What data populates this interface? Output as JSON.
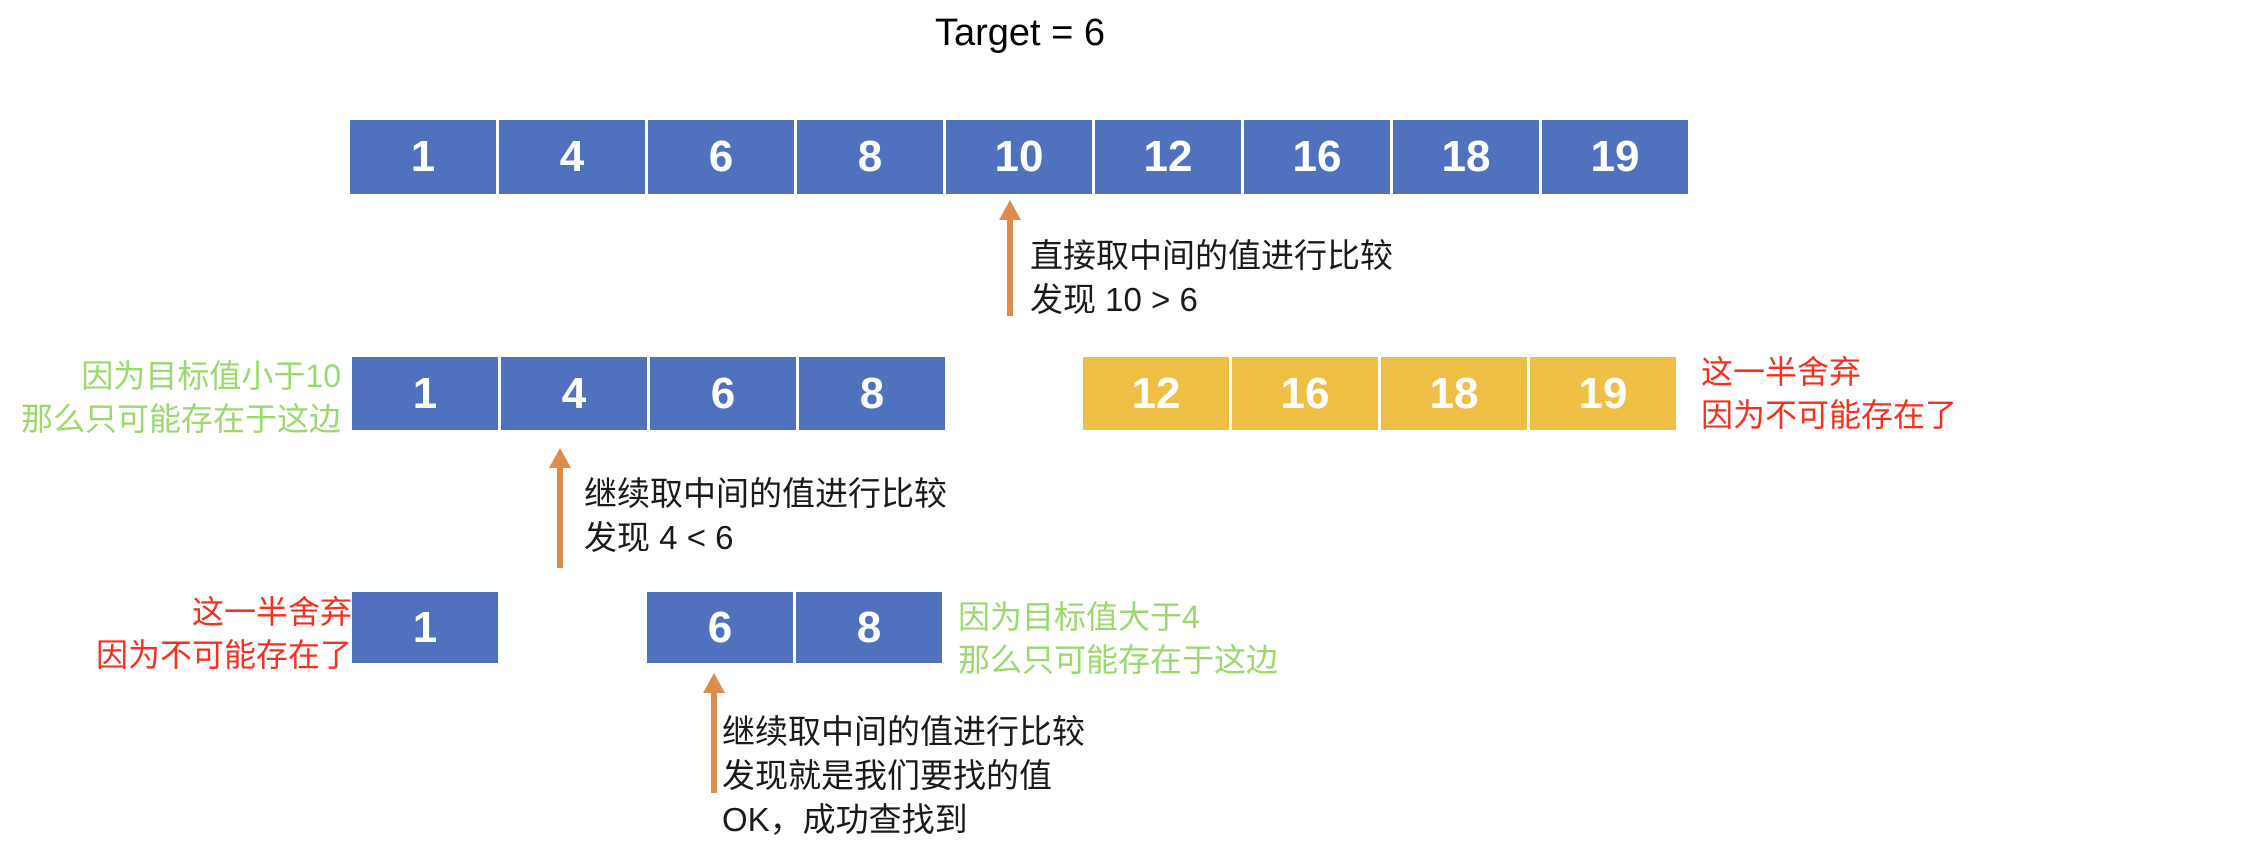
{
  "title": "Target = 6",
  "colors": {
    "cell_blue": "#4F71BE",
    "cell_gold": "#EFBF45",
    "arrow_orange": "#DD8C4B",
    "label_green": "#9AD96C",
    "label_red": "#F4301E",
    "note_black": "#1A1A1A"
  },
  "step1": {
    "array": [
      "1",
      "4",
      "6",
      "8",
      "10",
      "12",
      "16",
      "18",
      "19"
    ],
    "annotation": [
      "直接取中间的值进行比较",
      "发现 10 > 6"
    ]
  },
  "step2": {
    "left_label": [
      "因为目标值小于10",
      "那么只可能存在于这边"
    ],
    "kept": [
      "1",
      "4",
      "6",
      "8"
    ],
    "discarded": [
      "12",
      "16",
      "18",
      "19"
    ],
    "right_label": [
      "这一半舍弃",
      "因为不可能存在了"
    ],
    "annotation": [
      "继续取中间的值进行比较",
      "发现 4 < 6"
    ]
  },
  "step3": {
    "left_label": [
      "这一半舍弃",
      "因为不可能存在了"
    ],
    "discarded": [
      "1"
    ],
    "kept": [
      "6",
      "8"
    ],
    "right_label": [
      "因为目标值大于4",
      "那么只可能存在于这边"
    ],
    "annotation": [
      "继续取中间的值进行比较",
      "发现就是我们要找的值",
      "OK，成功查找到"
    ]
  }
}
